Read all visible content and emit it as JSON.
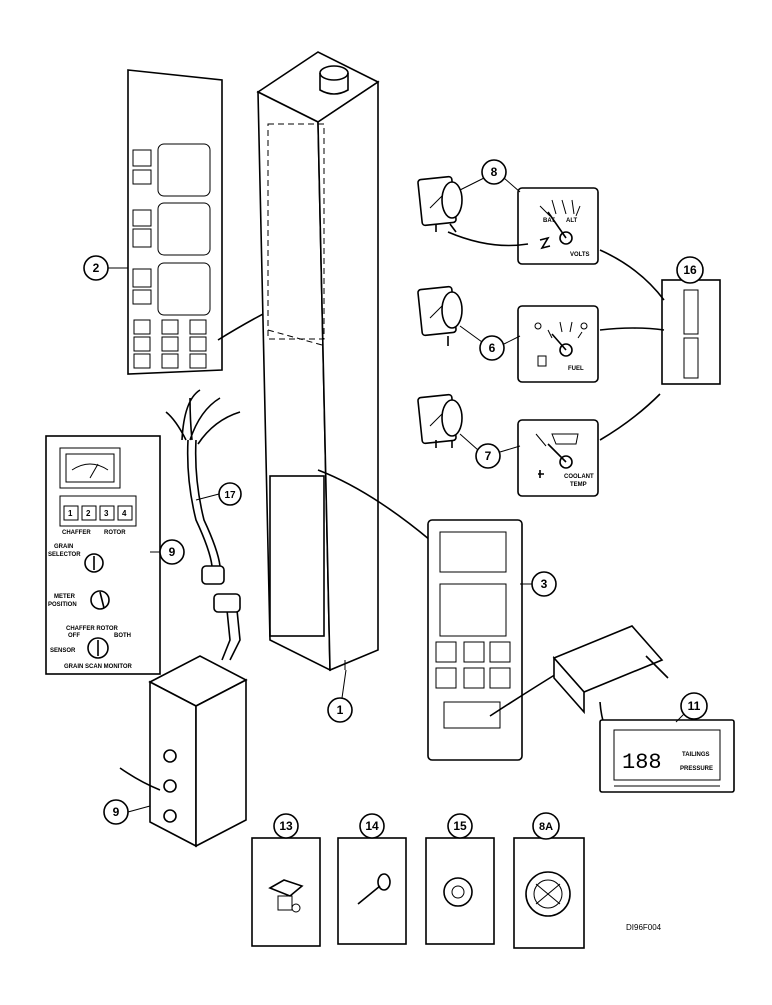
{
  "callouts": {
    "c1": "1",
    "c2": "2",
    "c3": "3",
    "c6": "6",
    "c7": "7",
    "c8": "8",
    "c8a": "8A",
    "c9a": "9",
    "c9b": "9",
    "c11": "11",
    "c13": "13",
    "c14": "14",
    "c15": "15",
    "c16": "16",
    "c17": "17"
  },
  "gauges": {
    "volts": "VOLTS",
    "fuel": "FUEL",
    "coolant_line1": "COOLANT",
    "coolant_line2": "TEMP",
    "bat": "BAT",
    "alt": "ALT"
  },
  "monitor": {
    "buttons": [
      "1",
      "2",
      "3",
      "4"
    ],
    "chaffer": "CHAFFER",
    "rotor": "ROTOR",
    "grain_selector_1": "GRAIN",
    "grain_selector_2": "SELECTOR",
    "meter_position_1": "METER",
    "meter_position_2": "POSITION",
    "chaffer_rotor": "CHAFFER  ROTOR",
    "off": "OFF",
    "both": "BOTH",
    "sensor": "SENSOR",
    "title": "GRAIN SCAN MONITOR"
  },
  "display": {
    "digits": "188",
    "tailings": "TAILINGS",
    "pressure": "PRESSURE"
  },
  "figure_code": "DI96F004",
  "icons": [
    "combine-icon",
    "battery-icon",
    "arrow-icon",
    "engine-icon",
    "fuel-icon",
    "temperature-icon"
  ]
}
